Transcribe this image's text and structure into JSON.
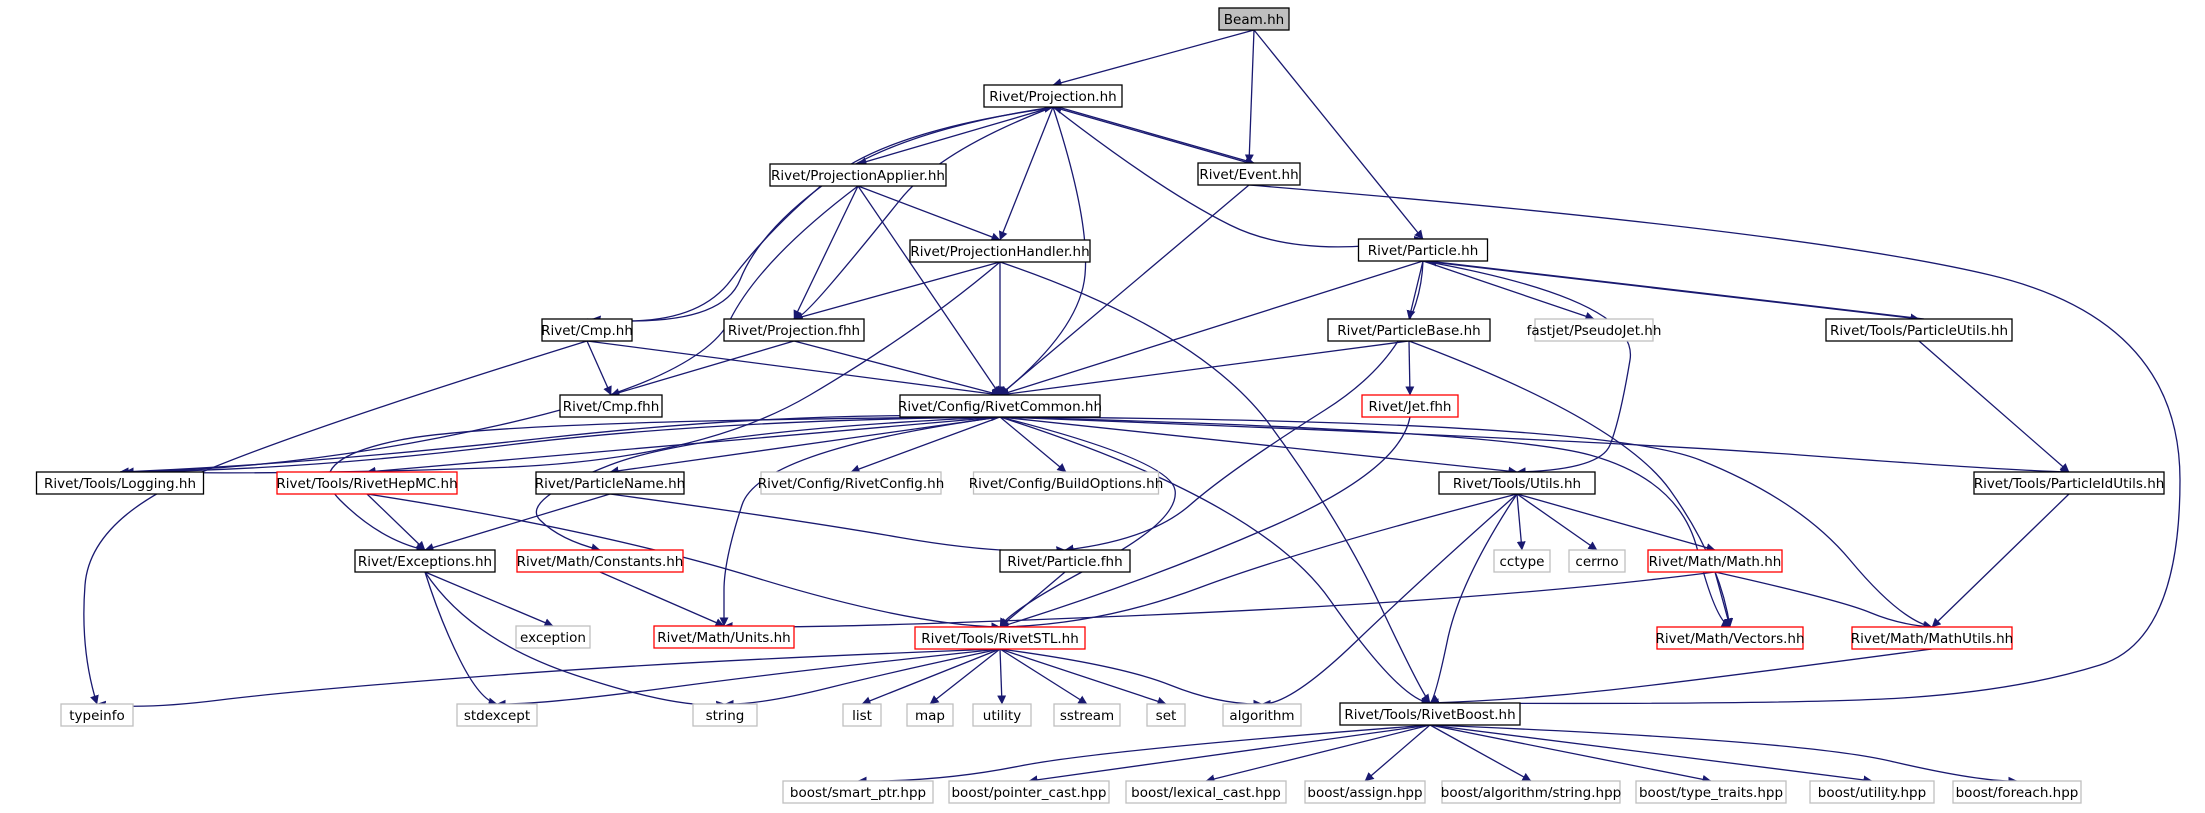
{
  "colors": {
    "edge": "#191970",
    "normal_border": "#000000",
    "missing_border": "#bfbfbf",
    "truncated_border": "#ff0000",
    "root_fill": "#bfbfbf",
    "node_fill": "#ffffff"
  },
  "nodes": [
    {
      "id": "beam",
      "label": "Beam.hh",
      "kind": "root"
    },
    {
      "id": "projection",
      "label": "Rivet/Projection.hh",
      "kind": "normal"
    },
    {
      "id": "event",
      "label": "Rivet/Event.hh",
      "kind": "normal"
    },
    {
      "id": "projapplier",
      "label": "Rivet/ProjectionApplier.hh",
      "kind": "normal"
    },
    {
      "id": "projhandler",
      "label": "Rivet/ProjectionHandler.hh",
      "kind": "normal"
    },
    {
      "id": "particle",
      "label": "Rivet/Particle.hh",
      "kind": "normal"
    },
    {
      "id": "cmp",
      "label": "Rivet/Cmp.hh",
      "kind": "normal"
    },
    {
      "id": "projfhh",
      "label": "Rivet/Projection.fhh",
      "kind": "normal"
    },
    {
      "id": "particlebase",
      "label": "Rivet/ParticleBase.hh",
      "kind": "normal"
    },
    {
      "id": "pseudojet",
      "label": "fastjet/PseudoJet.hh",
      "kind": "missing"
    },
    {
      "id": "particleutils",
      "label": "Rivet/Tools/ParticleUtils.hh",
      "kind": "normal"
    },
    {
      "id": "cmpfhh",
      "label": "Rivet/Cmp.fhh",
      "kind": "normal"
    },
    {
      "id": "rivetcommon",
      "label": "Rivet/Config/RivetCommon.hh",
      "kind": "normal"
    },
    {
      "id": "jetfhh",
      "label": "Rivet/Jet.fhh",
      "kind": "truncated"
    },
    {
      "id": "logging",
      "label": "Rivet/Tools/Logging.hh",
      "kind": "normal"
    },
    {
      "id": "rivethepmc",
      "label": "Rivet/Tools/RivetHepMC.hh",
      "kind": "truncated"
    },
    {
      "id": "particlename",
      "label": "Rivet/ParticleName.hh",
      "kind": "normal"
    },
    {
      "id": "rivetconfig",
      "label": "Rivet/Config/RivetConfig.hh",
      "kind": "missing"
    },
    {
      "id": "buildoptions",
      "label": "Rivet/Config/BuildOptions.hh",
      "kind": "missing"
    },
    {
      "id": "utils",
      "label": "Rivet/Tools/Utils.hh",
      "kind": "normal"
    },
    {
      "id": "particleidutils",
      "label": "Rivet/Tools/ParticleIdUtils.hh",
      "kind": "normal"
    },
    {
      "id": "exceptions",
      "label": "Rivet/Exceptions.hh",
      "kind": "normal"
    },
    {
      "id": "constants",
      "label": "Rivet/Math/Constants.hh",
      "kind": "truncated"
    },
    {
      "id": "particlefhh",
      "label": "Rivet/Particle.fhh",
      "kind": "normal"
    },
    {
      "id": "cctype",
      "label": "cctype",
      "kind": "missing"
    },
    {
      "id": "cerrno",
      "label": "cerrno",
      "kind": "missing"
    },
    {
      "id": "math",
      "label": "Rivet/Math/Math.hh",
      "kind": "truncated"
    },
    {
      "id": "exception",
      "label": "exception",
      "kind": "missing"
    },
    {
      "id": "units",
      "label": "Rivet/Math/Units.hh",
      "kind": "truncated"
    },
    {
      "id": "rivetstl",
      "label": "Rivet/Tools/RivetSTL.hh",
      "kind": "truncated"
    },
    {
      "id": "vectors",
      "label": "Rivet/Math/Vectors.hh",
      "kind": "truncated"
    },
    {
      "id": "mathutils",
      "label": "Rivet/Math/MathUtils.hh",
      "kind": "truncated"
    },
    {
      "id": "typeinfo",
      "label": "typeinfo",
      "kind": "missing"
    },
    {
      "id": "stdexcept",
      "label": "stdexcept",
      "kind": "missing"
    },
    {
      "id": "string",
      "label": "string",
      "kind": "missing"
    },
    {
      "id": "list",
      "label": "list",
      "kind": "missing"
    },
    {
      "id": "map",
      "label": "map",
      "kind": "missing"
    },
    {
      "id": "utility",
      "label": "utility",
      "kind": "missing"
    },
    {
      "id": "sstream",
      "label": "sstream",
      "kind": "missing"
    },
    {
      "id": "set",
      "label": "set",
      "kind": "missing"
    },
    {
      "id": "algorithm",
      "label": "algorithm",
      "kind": "missing"
    },
    {
      "id": "rivetboost",
      "label": "Rivet/Tools/RivetBoost.hh",
      "kind": "normal"
    },
    {
      "id": "smartptr",
      "label": "boost/smart_ptr.hpp",
      "kind": "missing"
    },
    {
      "id": "pointercast",
      "label": "boost/pointer_cast.hpp",
      "kind": "missing"
    },
    {
      "id": "lexicalcast",
      "label": "boost/lexical_cast.hpp",
      "kind": "missing"
    },
    {
      "id": "assign",
      "label": "boost/assign.hpp",
      "kind": "missing"
    },
    {
      "id": "algostring",
      "label": "boost/algorithm/string.hpp",
      "kind": "missing"
    },
    {
      "id": "typetraits",
      "label": "boost/type_traits.hpp",
      "kind": "missing"
    },
    {
      "id": "butility",
      "label": "boost/utility.hpp",
      "kind": "missing"
    },
    {
      "id": "foreach",
      "label": "boost/foreach.hpp",
      "kind": "missing"
    }
  ],
  "edges": [
    [
      "beam",
      "projection"
    ],
    [
      "beam",
      "event"
    ],
    [
      "beam",
      "particle"
    ],
    [
      "projection",
      "event"
    ],
    [
      "event",
      "projection"
    ],
    [
      "projection",
      "projapplier"
    ],
    [
      "projection",
      "projhandler"
    ],
    [
      "projection",
      "particle"
    ],
    [
      "projection",
      "cmp"
    ],
    [
      "cmp",
      "projection"
    ],
    [
      "projection",
      "projfhh"
    ],
    [
      "projection",
      "rivetcommon"
    ],
    [
      "event",
      "rivetcommon"
    ],
    [
      "event",
      "rivetboost"
    ],
    [
      "projapplier",
      "projhandler"
    ],
    [
      "projapplier",
      "projfhh"
    ],
    [
      "projapplier",
      "rivetcommon"
    ],
    [
      "projapplier",
      "logging"
    ],
    [
      "projhandler",
      "projfhh"
    ],
    [
      "projhandler",
      "rivetcommon"
    ],
    [
      "projhandler",
      "logging"
    ],
    [
      "projhandler",
      "rivetboost"
    ],
    [
      "particle",
      "particlebase"
    ],
    [
      "particle",
      "pseudojet"
    ],
    [
      "particle",
      "particleutils"
    ],
    [
      "particleutils",
      "particle"
    ],
    [
      "particle",
      "rivetcommon"
    ],
    [
      "particle",
      "utils"
    ],
    [
      "particle",
      "particlefhh"
    ],
    [
      "cmp",
      "cmpfhh"
    ],
    [
      "cmp",
      "rivetcommon"
    ],
    [
      "cmp",
      "typeinfo"
    ],
    [
      "projfhh",
      "cmpfhh"
    ],
    [
      "projfhh",
      "rivetcommon"
    ],
    [
      "particlebase",
      "rivetcommon"
    ],
    [
      "particlebase",
      "jetfhh"
    ],
    [
      "particlebase",
      "vectors"
    ],
    [
      "particleutils",
      "particleidutils"
    ],
    [
      "jetfhh",
      "rivetstl"
    ],
    [
      "rivetcommon",
      "logging"
    ],
    [
      "logging",
      "rivetcommon"
    ],
    [
      "rivetcommon",
      "rivethepmc"
    ],
    [
      "rivetcommon",
      "particlename"
    ],
    [
      "rivetcommon",
      "rivetconfig"
    ],
    [
      "rivetcommon",
      "buildoptions"
    ],
    [
      "rivetcommon",
      "utils"
    ],
    [
      "rivetcommon",
      "particleidutils"
    ],
    [
      "rivetcommon",
      "exceptions"
    ],
    [
      "rivetcommon",
      "constants"
    ],
    [
      "rivetcommon",
      "units"
    ],
    [
      "rivetcommon",
      "rivetstl"
    ],
    [
      "rivetcommon",
      "vectors"
    ],
    [
      "rivetcommon",
      "mathutils"
    ],
    [
      "rivetcommon",
      "rivetboost"
    ],
    [
      "rivethepmc",
      "exceptions"
    ],
    [
      "rivethepmc",
      "rivetstl"
    ],
    [
      "particlename",
      "exceptions"
    ],
    [
      "particlename",
      "particlefhh"
    ],
    [
      "utils",
      "cctype"
    ],
    [
      "utils",
      "cerrno"
    ],
    [
      "utils",
      "math"
    ],
    [
      "utils",
      "rivetstl"
    ],
    [
      "utils",
      "algorithm"
    ],
    [
      "utils",
      "rivetboost"
    ],
    [
      "particleidutils",
      "mathutils"
    ],
    [
      "exceptions",
      "exception"
    ],
    [
      "exceptions",
      "stdexcept"
    ],
    [
      "exceptions",
      "string"
    ],
    [
      "constants",
      "units"
    ],
    [
      "particlefhh",
      "rivetstl"
    ],
    [
      "math",
      "units"
    ],
    [
      "math",
      "vectors"
    ],
    [
      "math",
      "mathutils"
    ],
    [
      "mathutils",
      "rivetboost"
    ],
    [
      "rivetstl",
      "typeinfo"
    ],
    [
      "rivetstl",
      "stdexcept"
    ],
    [
      "rivetstl",
      "string"
    ],
    [
      "rivetstl",
      "list"
    ],
    [
      "rivetstl",
      "map"
    ],
    [
      "rivetstl",
      "utility"
    ],
    [
      "rivetstl",
      "sstream"
    ],
    [
      "rivetstl",
      "set"
    ],
    [
      "rivetstl",
      "algorithm"
    ],
    [
      "rivetboost",
      "smartptr"
    ],
    [
      "rivetboost",
      "pointercast"
    ],
    [
      "rivetboost",
      "lexicalcast"
    ],
    [
      "rivetboost",
      "assign"
    ],
    [
      "rivetboost",
      "algostring"
    ],
    [
      "rivetboost",
      "typetraits"
    ],
    [
      "rivetboost",
      "butility"
    ],
    [
      "rivetboost",
      "foreach"
    ]
  ]
}
